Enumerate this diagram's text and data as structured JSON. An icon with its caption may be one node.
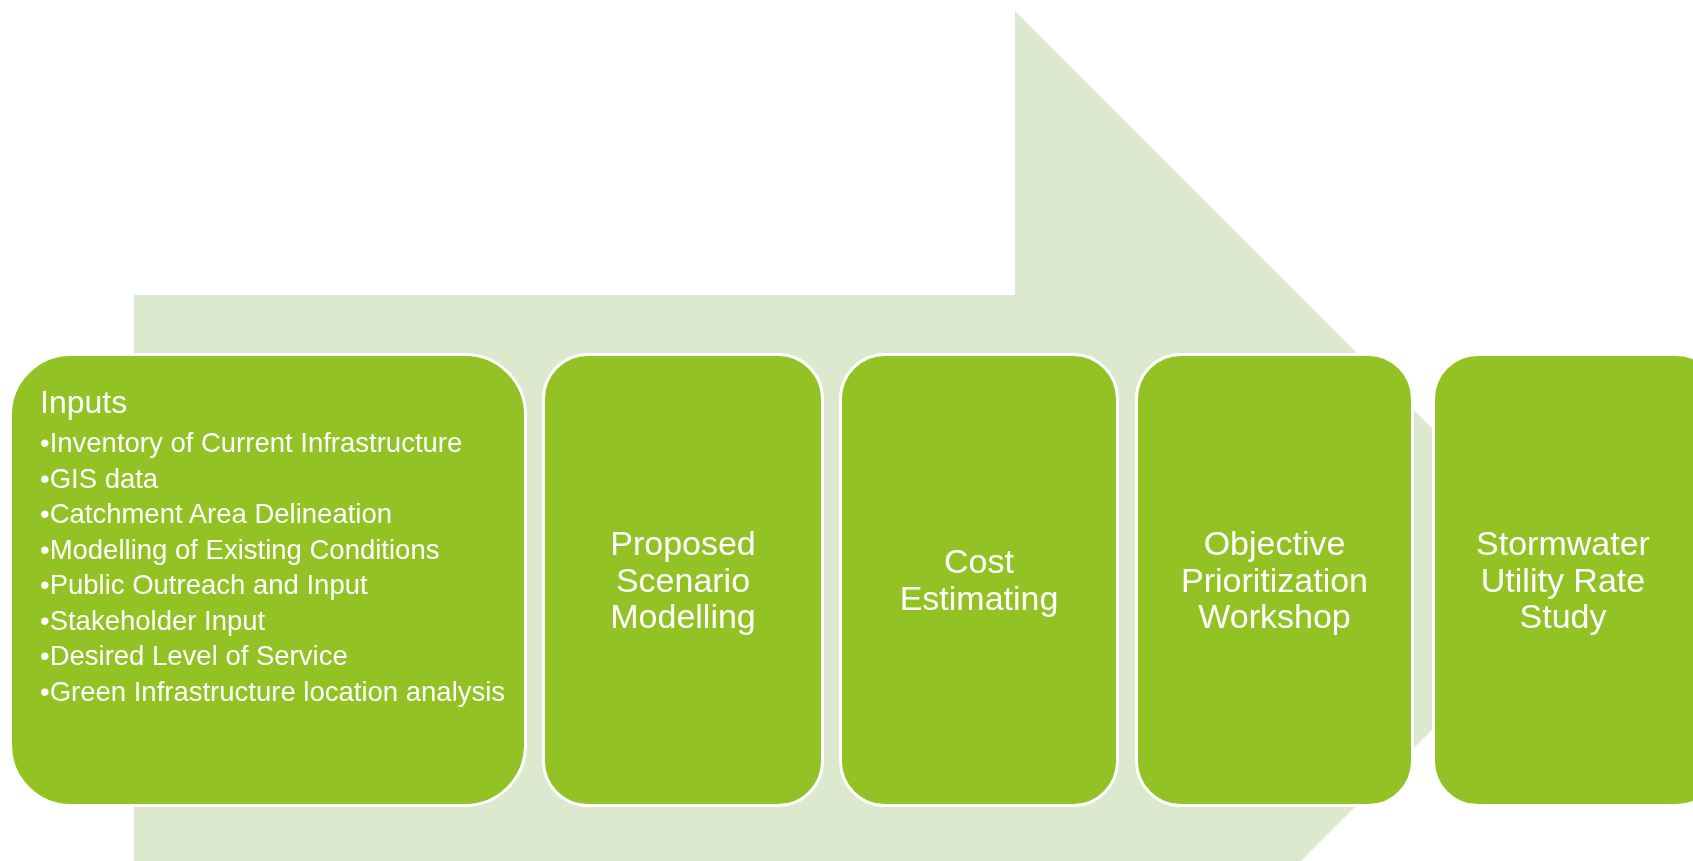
{
  "diagram": {
    "nodes": [
      {
        "text": [
          "Inputs",
          "•Inventory of Current Infrastructure",
          "•GIS data",
          "•Catchment Area Delineation",
          "•Modelling of Existing Conditions",
          "•Public Outreach and Input",
          "•Stakeholder Input",
          "•Desired Level of Service",
          "•Green Infrastructure location analysis"
        ]
      },
      {
        "text": [
          "Proposed Scenario Modelling"
        ]
      },
      {
        "text": [
          "Cost Estimating"
        ]
      },
      {
        "text": [
          "Objective Prioritization Workshop"
        ]
      },
      {
        "text": [
          "Stormwater Utility Rate Study"
        ]
      }
    ],
    "edges": [
      {
        "from": 0,
        "to": 4,
        "arrow": "to"
      }
    ]
  }
}
